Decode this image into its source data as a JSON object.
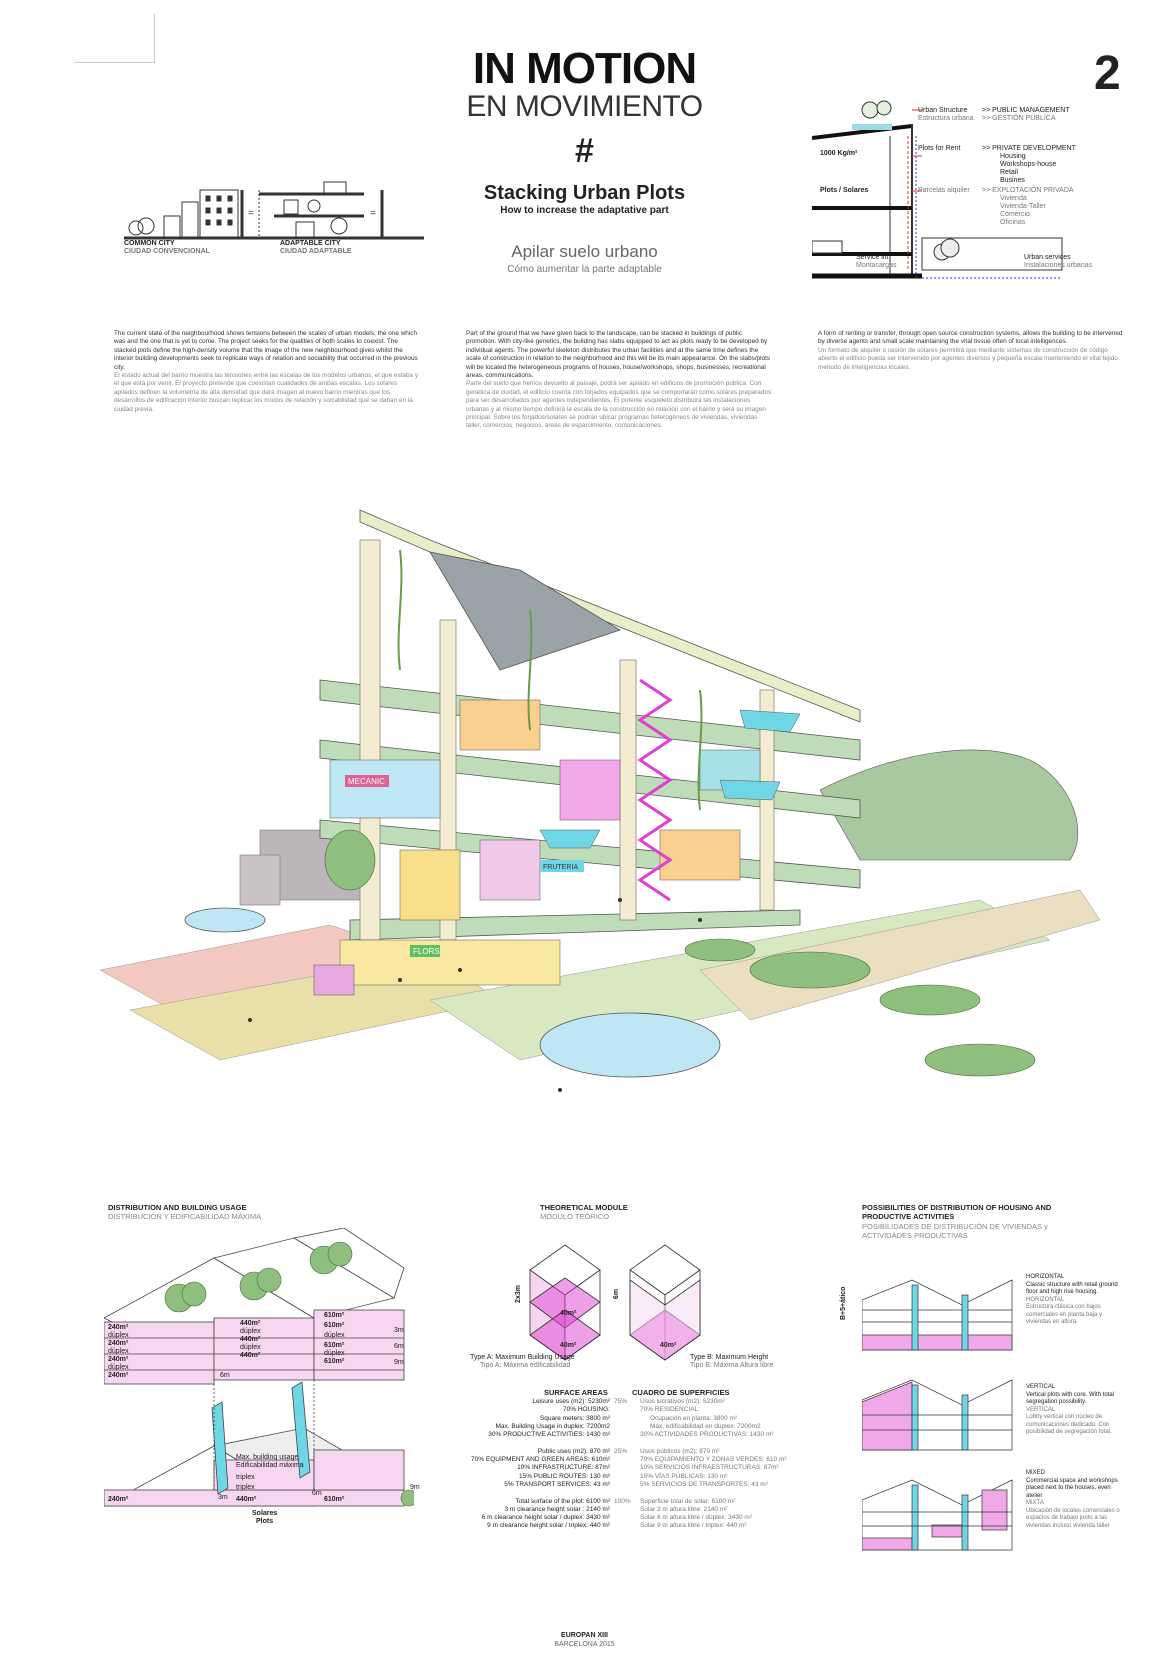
{
  "header": {
    "title": "IN MOTION",
    "subtitle": "EN MOVIMIENTO",
    "hash": "#",
    "heading_en": "Stacking Urban Plots",
    "subheading_en": "How to increase the adaptative part",
    "heading_es": "Apilar suelo urbano",
    "subheading_es": "Cómo aumentar la parte adaptable",
    "page_number": "2"
  },
  "common_city": {
    "label": "COMMON CITY",
    "label_es": "CIUDAD CONVENCIONAL",
    "adapt": "ADAPTABLE CITY",
    "adapt_es": "CIUDAD ADAPTABLE"
  },
  "structure_diagram": {
    "urban_structure": "Urban Structure",
    "urban_structure_es": "Estructura urbana",
    "public": ">> PUBLIC MANAGEMENT",
    "public_es": ">> GESTIÓN PÚBLICA",
    "load": "1000 Kg/m²",
    "plots_rent": "Plots for Rent",
    "plots_rent_es": "Parcelas alquiler",
    "plots": "Plots / Solares",
    "private": ">> PRIVATE DEVELOPMENT",
    "private_list": [
      "Housing",
      "Workshops-house",
      "Retail",
      "Busines"
    ],
    "private_es": ">> EXPLOTACIÓN PRIVADA",
    "private_list_es": [
      "Vivienda",
      "Vivienda-Taller",
      "Comercio",
      "Oficinas"
    ],
    "lift": "Service lift",
    "lift_es": "Montacargas",
    "services": "Urban services",
    "services_es": "Instalaciones urbanas"
  },
  "texts": {
    "col1_en": "The current state of the neighbourhood shows tensions between the scales of urban models, the one which was and the one that is yet to come. The project seeks for the qualities of both scales to coexist. The stacked plots define the high-density volume that the image of the new neighbourhood gives whilst the interior building developments seek to replicate ways of relation and sociability that occurred in the previous city.",
    "col1_es": "El estado actual del barrio muestra las tensiones entre las escalas de los modelos urbanos, el que estaba y el que está por venir. El proyecto pretende que coexistan cualidades de ambas escalas. Los solares apilados definen la volumetría de alta densidad que dará imagen al nuevo barrio mientras que los desarrollos de edificación interior buscan replicar los modos de relación y sociabilidad que se daban en la ciudad previa.",
    "col2_en": "Part of the ground that we have given back to the landscape, can be stacked in buildings of public promotion. With city-like genetics, the building has slabs equipped to act as plots ready to be developed by individual agents. The powerful skeleton distributes the urban facilities and at the same time defines the scale of construction in relation to the neighborhood and this will be its main appearance. On the slabs/plots will be located the heterogeneous programs of houses, house/workshops, shops, businesses, recreational areas, communications.",
    "col2_es": "Parte del suelo que hemos devuelto al paisaje, podrá ser apilado en edificios de promoción pública. Con genética de ciudad, el edificio cuenta con forjados equipados que se comportarán como solares preparados para ser desarrollados por agentes independientes. El potente esqueleto distribuirá las instalaciones urbanas y al mismo tiempo definirá la escala de la construcción en relación con el barrio y será su imagen principal. Sobre los forjados/solares se podrán ubicar programas heterogéneos de viviendas, viviendas taller, comercios, negocios, áreas de esparcimiento, comunicaciones.",
    "col3_en": "A form of renting or transfer, through open source construction systems, allows the building to be intervened by diverse agents and small scale maintaining the vital tissue often of local intelligences.",
    "col3_es": "Un formato de alquiler o cesión de solares permitirá que mediante sistemas de construcción de código abierto el edificio pueda ser intervenido por agentes diversos y pequeña escala manteniendo el vital tejido menudo de inteligencias locales."
  },
  "illustration": {
    "signs": [
      "MECANIC",
      "FRUTERIA",
      "FLORS"
    ]
  },
  "distribution": {
    "title": "DISTRIBUTION AND BUILDING USAGE",
    "title_es": "DISTRIBUCIÓN Y EDIFICABILIDAD MÁXIMA",
    "a_area": "240m²",
    "b_area": "440m²",
    "c_area": "610m²",
    "duplex": "dúplex",
    "triplex": "triplex",
    "h3": "3m",
    "h6": "6m",
    "h9": "9m",
    "max_usage": "Max. building usage",
    "max_usage_es": "Edificabilidad máxima",
    "solares": "Solares",
    "plots": "Plots"
  },
  "theoretical": {
    "title": "THEORETICAL MODULE",
    "title_es": "MÓDULO TEÓRICO",
    "a_h": "2x3m",
    "b_h": "6m",
    "area": "40m²",
    "a_caption": "Type A: Maximum Building Usage",
    "a_caption_es": "Tipo A: Máxima edificabilidad",
    "b_caption": "Type B: Maximum Height",
    "b_caption_es": "Tipo B: Máxima Altura libre"
  },
  "surfaces": {
    "title": "SURFACE AREAS",
    "title_es": "CUADRO DE SUPERFICIES",
    "en": [
      "Leisure uses (m2): 5230m²",
      "70%      HOUSING:",
      "Square meters: 3800 m²",
      "Max. Building Usage in duplex: 7200m2",
      "30%     PRODUCTIVE ACTIVITIES: 1430 m²",
      "",
      "Public uses (m2): 870 m²",
      "70%     EQUIPMENT AND GREEN AREAS: 610m²",
      "10%     INFRASTRUCTURE: 87m²",
      "15%     PUBLIC ROUTES: 130 m²",
      "5%  TRANSPORT SERVICES: 43 m²",
      "",
      "Total surface of the plot: 6100 m²",
      "3 m clearance height solar : 2140 m²",
      "6 m clearance height solar / duplex: 3430 m²",
      "9 m clearance height solar / triplex: 440 m²"
    ],
    "pct": [
      "75%",
      "",
      "",
      "",
      "",
      "",
      "25%",
      "",
      "",
      "",
      "",
      "",
      "100%"
    ],
    "es": [
      "Usos lucrativos (m2): 5230m²",
      "70% RESIDENCIAL:",
      "Ocupación en planta: 3800 m²",
      "Máx. edificabilidad en dúplex: 7200m2",
      "30% ACTIVIDADES PRODUCTIVAS: 1430 m²",
      "",
      "Usos públicos (m2): 870 m²",
      "70% EQUIPAMIENTO Y ZONAS VERDES: 610 m²",
      "10% SERVICIOS INFRAESTRUCTURAS: 87m²",
      "15% VÍAS PÚBLICAS: 130 m²",
      "5%        SERVICIOS DE TRANSPORTES: 43 m²",
      "",
      "Superficie total de solar: 6100 m²",
      "Solar 3 m altura libre: 2140 m²",
      "Solar 6 m altura libre / dúplex: 3430 m²",
      "Solar 9 m altura libre / triplex: 440 m²"
    ]
  },
  "possibilities": {
    "title": "POSSIBILITIES OF DISTRIBUTION OF HOUSING AND PRODUCTIVE ACTIVITIES",
    "title_es": "POSIBILIDADES DE DISTRIBUCIÓN DE VIVIENDAS y ACTIVIDADES PRODUCTIVAS",
    "side": "B+5+ático",
    "horizontal": "HORIZONTAL",
    "horizontal_txt": "Classic structure with retail ground floor and high rise housing.",
    "horizontal_es": "HORIZONTAL",
    "horizontal_txt_es": "Estructura clásica con bajos comerciales en planta baja y viviendas en altura.",
    "vertical": "VERTICAL",
    "vertical_txt": "Vertical plots with core. With total segregation possibility.",
    "vertical_es": "VERTICAL",
    "vertical_txt_es": "Lobby vertical con núcleo de comunicaciones dedicado. Con posibilidad de segregación total.",
    "mixed": "MIXED",
    "mixed_txt": "Commercial space and workshops placed next to the houses, even atelier",
    "mixed_es": "MIXTA",
    "mixed_txt_es": "Ubicación de locales comerciales o espacios de trabajo junto a las viviendas incluso vivienda taller"
  },
  "footer": {
    "line1": "EUROPAN XIII",
    "line2": "BARCELONA 2015"
  },
  "colors": {
    "pink": "#f0a8e8",
    "magenta": "#e040d0",
    "cyan": "#6fd6e6",
    "green": "#8fbf7f",
    "sand": "#e8e0a8"
  }
}
